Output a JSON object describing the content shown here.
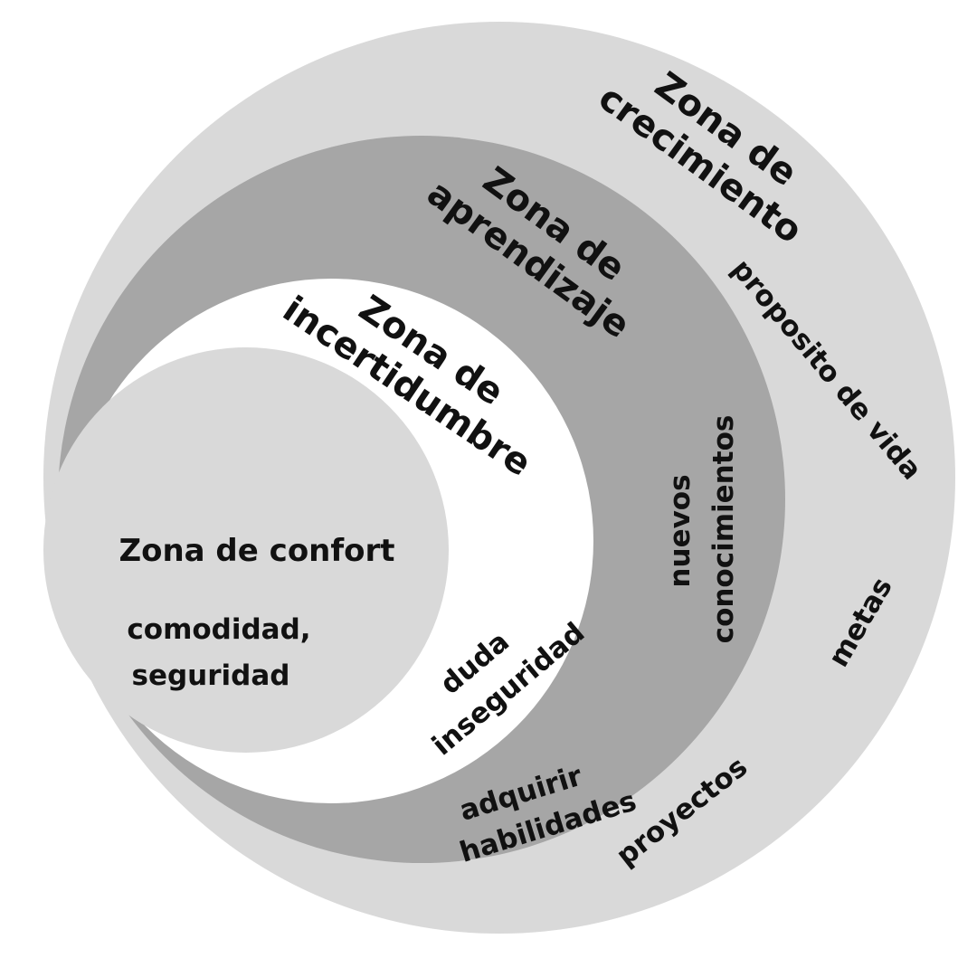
{
  "colors": {
    "background": "#ffffff",
    "growth_zone": "#d9d9d9",
    "learning_zone": "#a6a6a6",
    "uncertainty_zone": "#ffffff",
    "comfort_zone": "#d9d9d9",
    "text": "#111111"
  },
  "zones": {
    "growth": {
      "title_line1": "Zona de",
      "title_line2": "crecimiento",
      "items": [
        "proposito de vida",
        "metas",
        "proyectos"
      ]
    },
    "learning": {
      "title_line1": "Zona de",
      "title_line2": "aprendizaje",
      "item1_line1": "nuevos",
      "item1_line2": "conocimientos",
      "item2_line1": "adquirir",
      "item2_line2": "habilidades"
    },
    "uncertainty": {
      "title_line1": "Zona de",
      "title_line2": "incertidumbre",
      "item_line1": "duda",
      "item_line2": "inseguridad"
    },
    "comfort": {
      "title": "Zona de confort",
      "item_line1": "comodidad,",
      "item_line2": "seguridad"
    }
  }
}
